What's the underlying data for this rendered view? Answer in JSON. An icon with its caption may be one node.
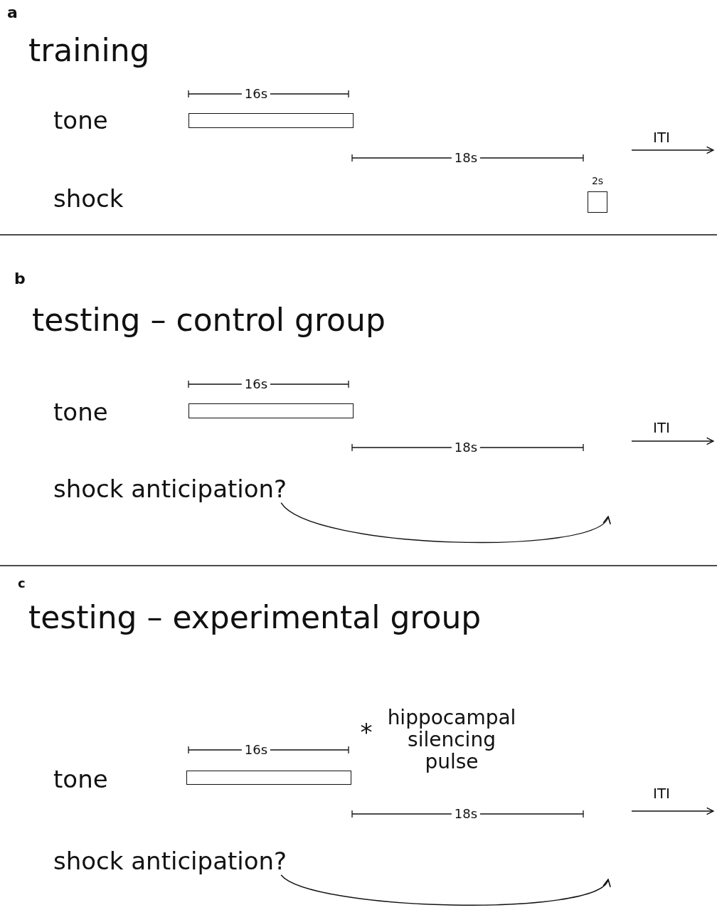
{
  "diagram": {
    "nodes": [
      {
        "text": [],
        "shape": "box"
      },
      {
        "text": [],
        "shape": "box",
        "beside": [
          "2s"
        ]
      },
      {
        "text": [],
        "shape": "box"
      },
      {
        "text": [
          "shock anticipation?"
        ]
      },
      {
        "text": [],
        "shape": "box"
      },
      {
        "text": [
          "shock anticipation?"
        ]
      }
    ],
    "edges": [
      {
        "from": 3,
        "to": null,
        "arrow": "to"
      },
      {
        "from": 5,
        "to": null,
        "arrow": "to"
      }
    ],
    "labels": [
      "a",
      "training",
      "16s",
      "tone",
      "ITI",
      "18s",
      "shock",
      "b",
      "testing – control group",
      "16s",
      "tone",
      "ITI",
      "18s",
      "c",
      "testing – experimental group",
      "*",
      "hippocampal silencing pulse",
      "16s",
      "tone",
      "ITI",
      "18s"
    ]
  }
}
